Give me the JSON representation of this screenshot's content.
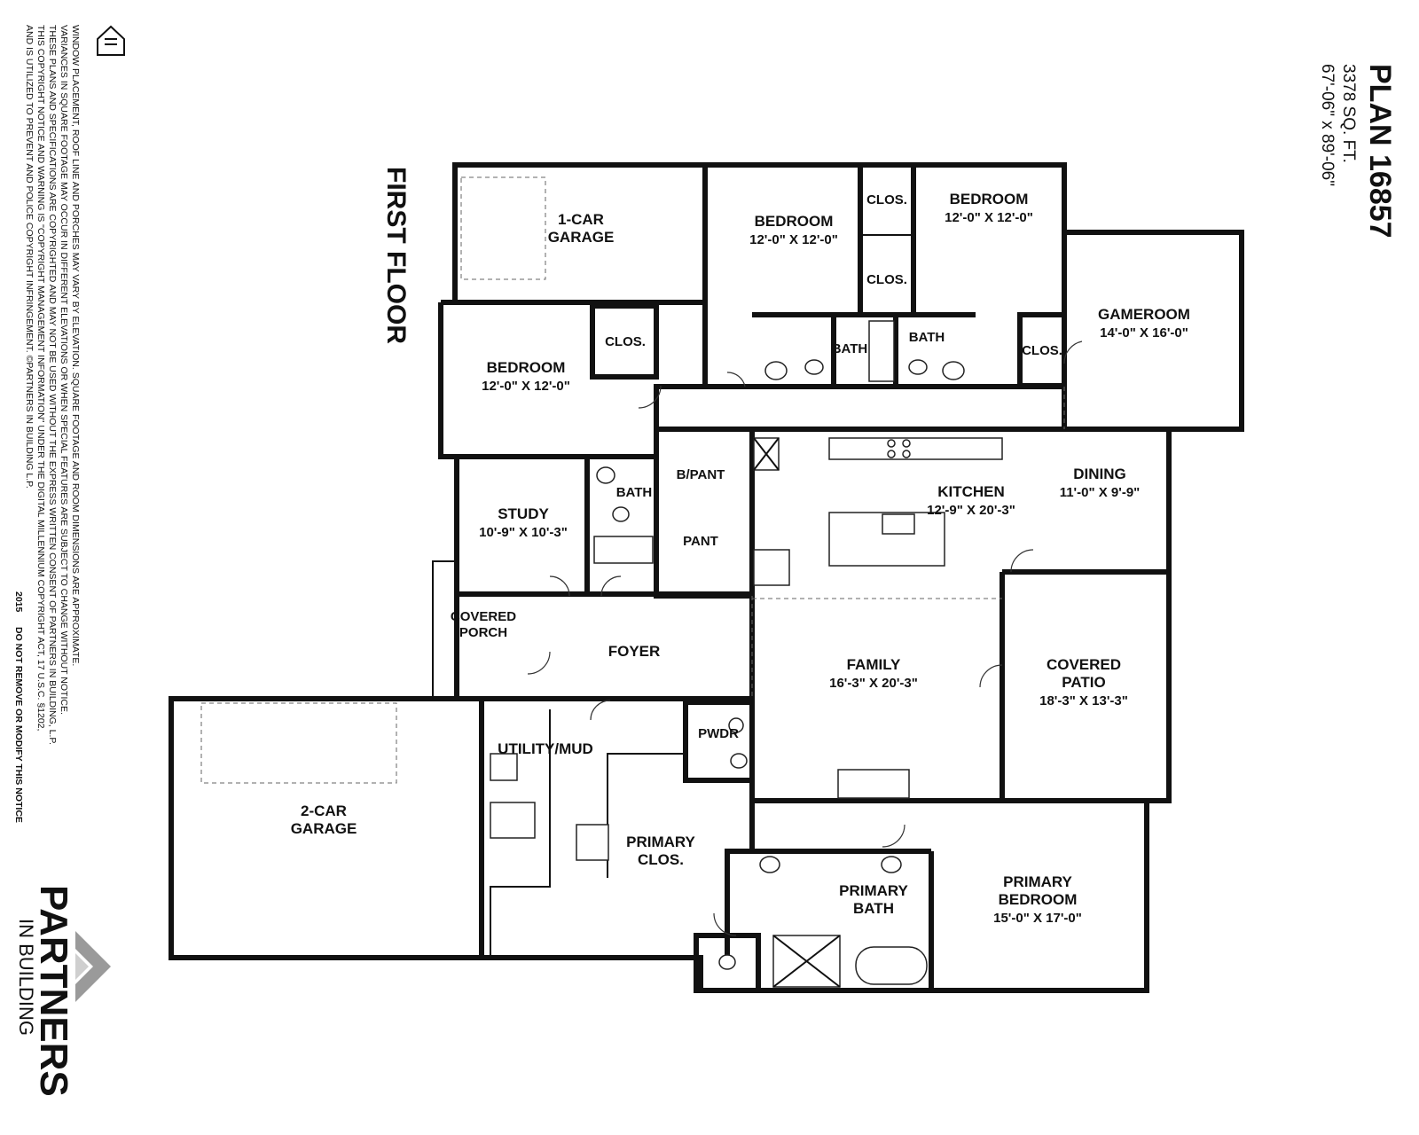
{
  "header": {
    "plan_title": "PLAN 16857",
    "sqft": "3378 SQ. FT.",
    "dimensions": "67'-06\" x 89'-06\""
  },
  "floor_label": "FIRST FLOOR",
  "rooms": [
    {
      "id": "garage1",
      "name": [
        "1-CAR",
        "GARAGE"
      ],
      "size": ""
    },
    {
      "id": "bed_a",
      "name": [
        "BEDROOM"
      ],
      "size": "12'-0\" X 12'-0\""
    },
    {
      "id": "bed_b",
      "name": [
        "BEDROOM"
      ],
      "size": "12'-0\" X 12'-0\""
    },
    {
      "id": "bed_c",
      "name": [
        "BEDROOM"
      ],
      "size": "12'-0\" X 12'-0\""
    },
    {
      "id": "gameroom",
      "name": [
        "GAMEROOM"
      ],
      "size": "14'-0\" X 16'-0\""
    },
    {
      "id": "study",
      "name": [
        "STUDY"
      ],
      "size": "10'-9\" X 10'-3\""
    },
    {
      "id": "kitchen",
      "name": [
        "KITCHEN"
      ],
      "size": "12'-9\" X 20'-3\""
    },
    {
      "id": "dining",
      "name": [
        "DINING"
      ],
      "size": "11'-0\" X 9'-9\""
    },
    {
      "id": "family",
      "name": [
        "FAMILY"
      ],
      "size": "16'-3\" X 20'-3\""
    },
    {
      "id": "patio",
      "name": [
        "COVERED",
        "PATIO"
      ],
      "size": "18'-3\" X 13'-3\""
    },
    {
      "id": "porch",
      "name": [
        "COVERED",
        "PORCH"
      ],
      "size": ""
    },
    {
      "id": "foyer",
      "name": [
        "FOYER"
      ],
      "size": ""
    },
    {
      "id": "garage2",
      "name": [
        "2-CAR",
        "GARAGE"
      ],
      "size": ""
    },
    {
      "id": "utility",
      "name": [
        "UTILITY/MUD"
      ],
      "size": ""
    },
    {
      "id": "pwdr",
      "name": [
        "PWDR"
      ],
      "size": ""
    },
    {
      "id": "prim_clos",
      "name": [
        "PRIMARY",
        "CLOS."
      ],
      "size": ""
    },
    {
      "id": "prim_bath",
      "name": [
        "PRIMARY",
        "BATH"
      ],
      "size": ""
    },
    {
      "id": "prim_bed",
      "name": [
        "PRIMARY",
        "BEDROOM"
      ],
      "size": "15'-0\" X 17'-0\""
    },
    {
      "id": "bpant",
      "name": [
        "B/PANT"
      ],
      "size": ""
    },
    {
      "id": "pant",
      "name": [
        "PANT"
      ],
      "size": ""
    },
    {
      "id": "bath_study",
      "name": [
        "BATH"
      ],
      "size": ""
    },
    {
      "id": "bath_a",
      "name": [
        "BATH"
      ],
      "size": ""
    },
    {
      "id": "bath_b",
      "name": [
        "BATH"
      ],
      "size": ""
    },
    {
      "id": "clos_a",
      "name": [
        "CLOS."
      ],
      "size": ""
    },
    {
      "id": "clos_b",
      "name": [
        "CLOS."
      ],
      "size": ""
    },
    {
      "id": "clos_c",
      "name": [
        "CLOS."
      ],
      "size": ""
    },
    {
      "id": "clos_d",
      "name": [
        "CLOS."
      ],
      "size": ""
    }
  ],
  "notes": [
    "WINDOW PLACEMENT, ROOF LINE AND PORCHES MAY VARY BY ELEVATION. SQUARE FOOTAGE AND ROOM DIMENSIONS ARE APPROXIMATE.",
    "VARIANCES IN SQUARE FOOTAGE MAY OCCUR IN DIFFERENT ELEVATIONS OR WHEN SPECIAL FEATURES ARE SUBJECT TO CHANGE WITHOUT NOTICE.",
    "THESE PLANS AND SPECIFICATIONS ARE COPYRIGHTED AND MAY NOT BE USED WITHOUT THE EXPRESS WRITTEN CONSENT OF PARTNERS IN BUILDING, L.P.",
    "THIS COPYRIGHT NOTICE AND WARNING IS \"COPYRIGHT MANAGEMENT INFORMATION\" UNDER THE DIGITAL MILLENNIUM COPYRIGHT ACT, 17 U.S.C. §1202,",
    "AND IS UTILIZED TO PREVENT AND POLICE COPYRIGHT INFRINGEMENT. ©PARTNERS IN BUILDING L.P."
  ],
  "notice_year": "2015",
  "notice_warning": "DO NOT REMOVE OR MODIFY THIS NOTICE",
  "brand": {
    "name": "PARTNERS",
    "tagline": "IN BUILDING"
  }
}
